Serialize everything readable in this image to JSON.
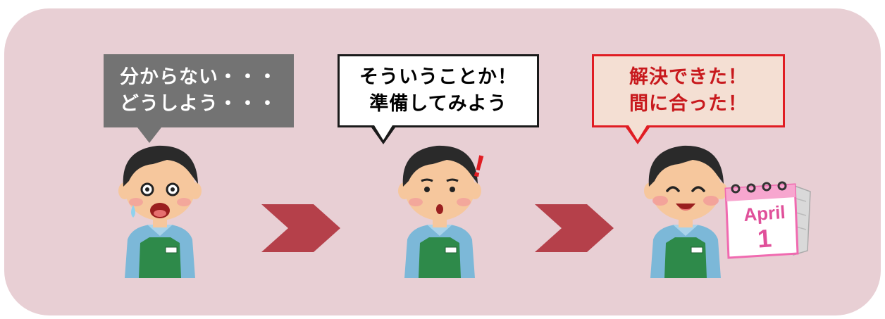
{
  "steps": [
    {
      "lines": [
        "分からない・・・",
        "どうしよう・・・"
      ],
      "mood": "worried"
    },
    {
      "lines": [
        "そういうことか！",
        "準備してみよう"
      ],
      "mood": "surprised"
    },
    {
      "lines": [
        "解決できた！",
        "間に合った！"
      ],
      "mood": "happy"
    }
  ],
  "calendar": {
    "month": "April",
    "day": "1"
  },
  "exclamation": "!",
  "colors": {
    "background": "#e8cfd4",
    "arrow": "#b5404a",
    "apron": "#2e8a4a",
    "shirt": "#7cb8d8",
    "hair": "#2a2a2a",
    "skin": "#f6c79d",
    "bubble1_bg": "#737373",
    "bubble3_border": "#e01d23",
    "bubble3_text": "#c8191d"
  }
}
